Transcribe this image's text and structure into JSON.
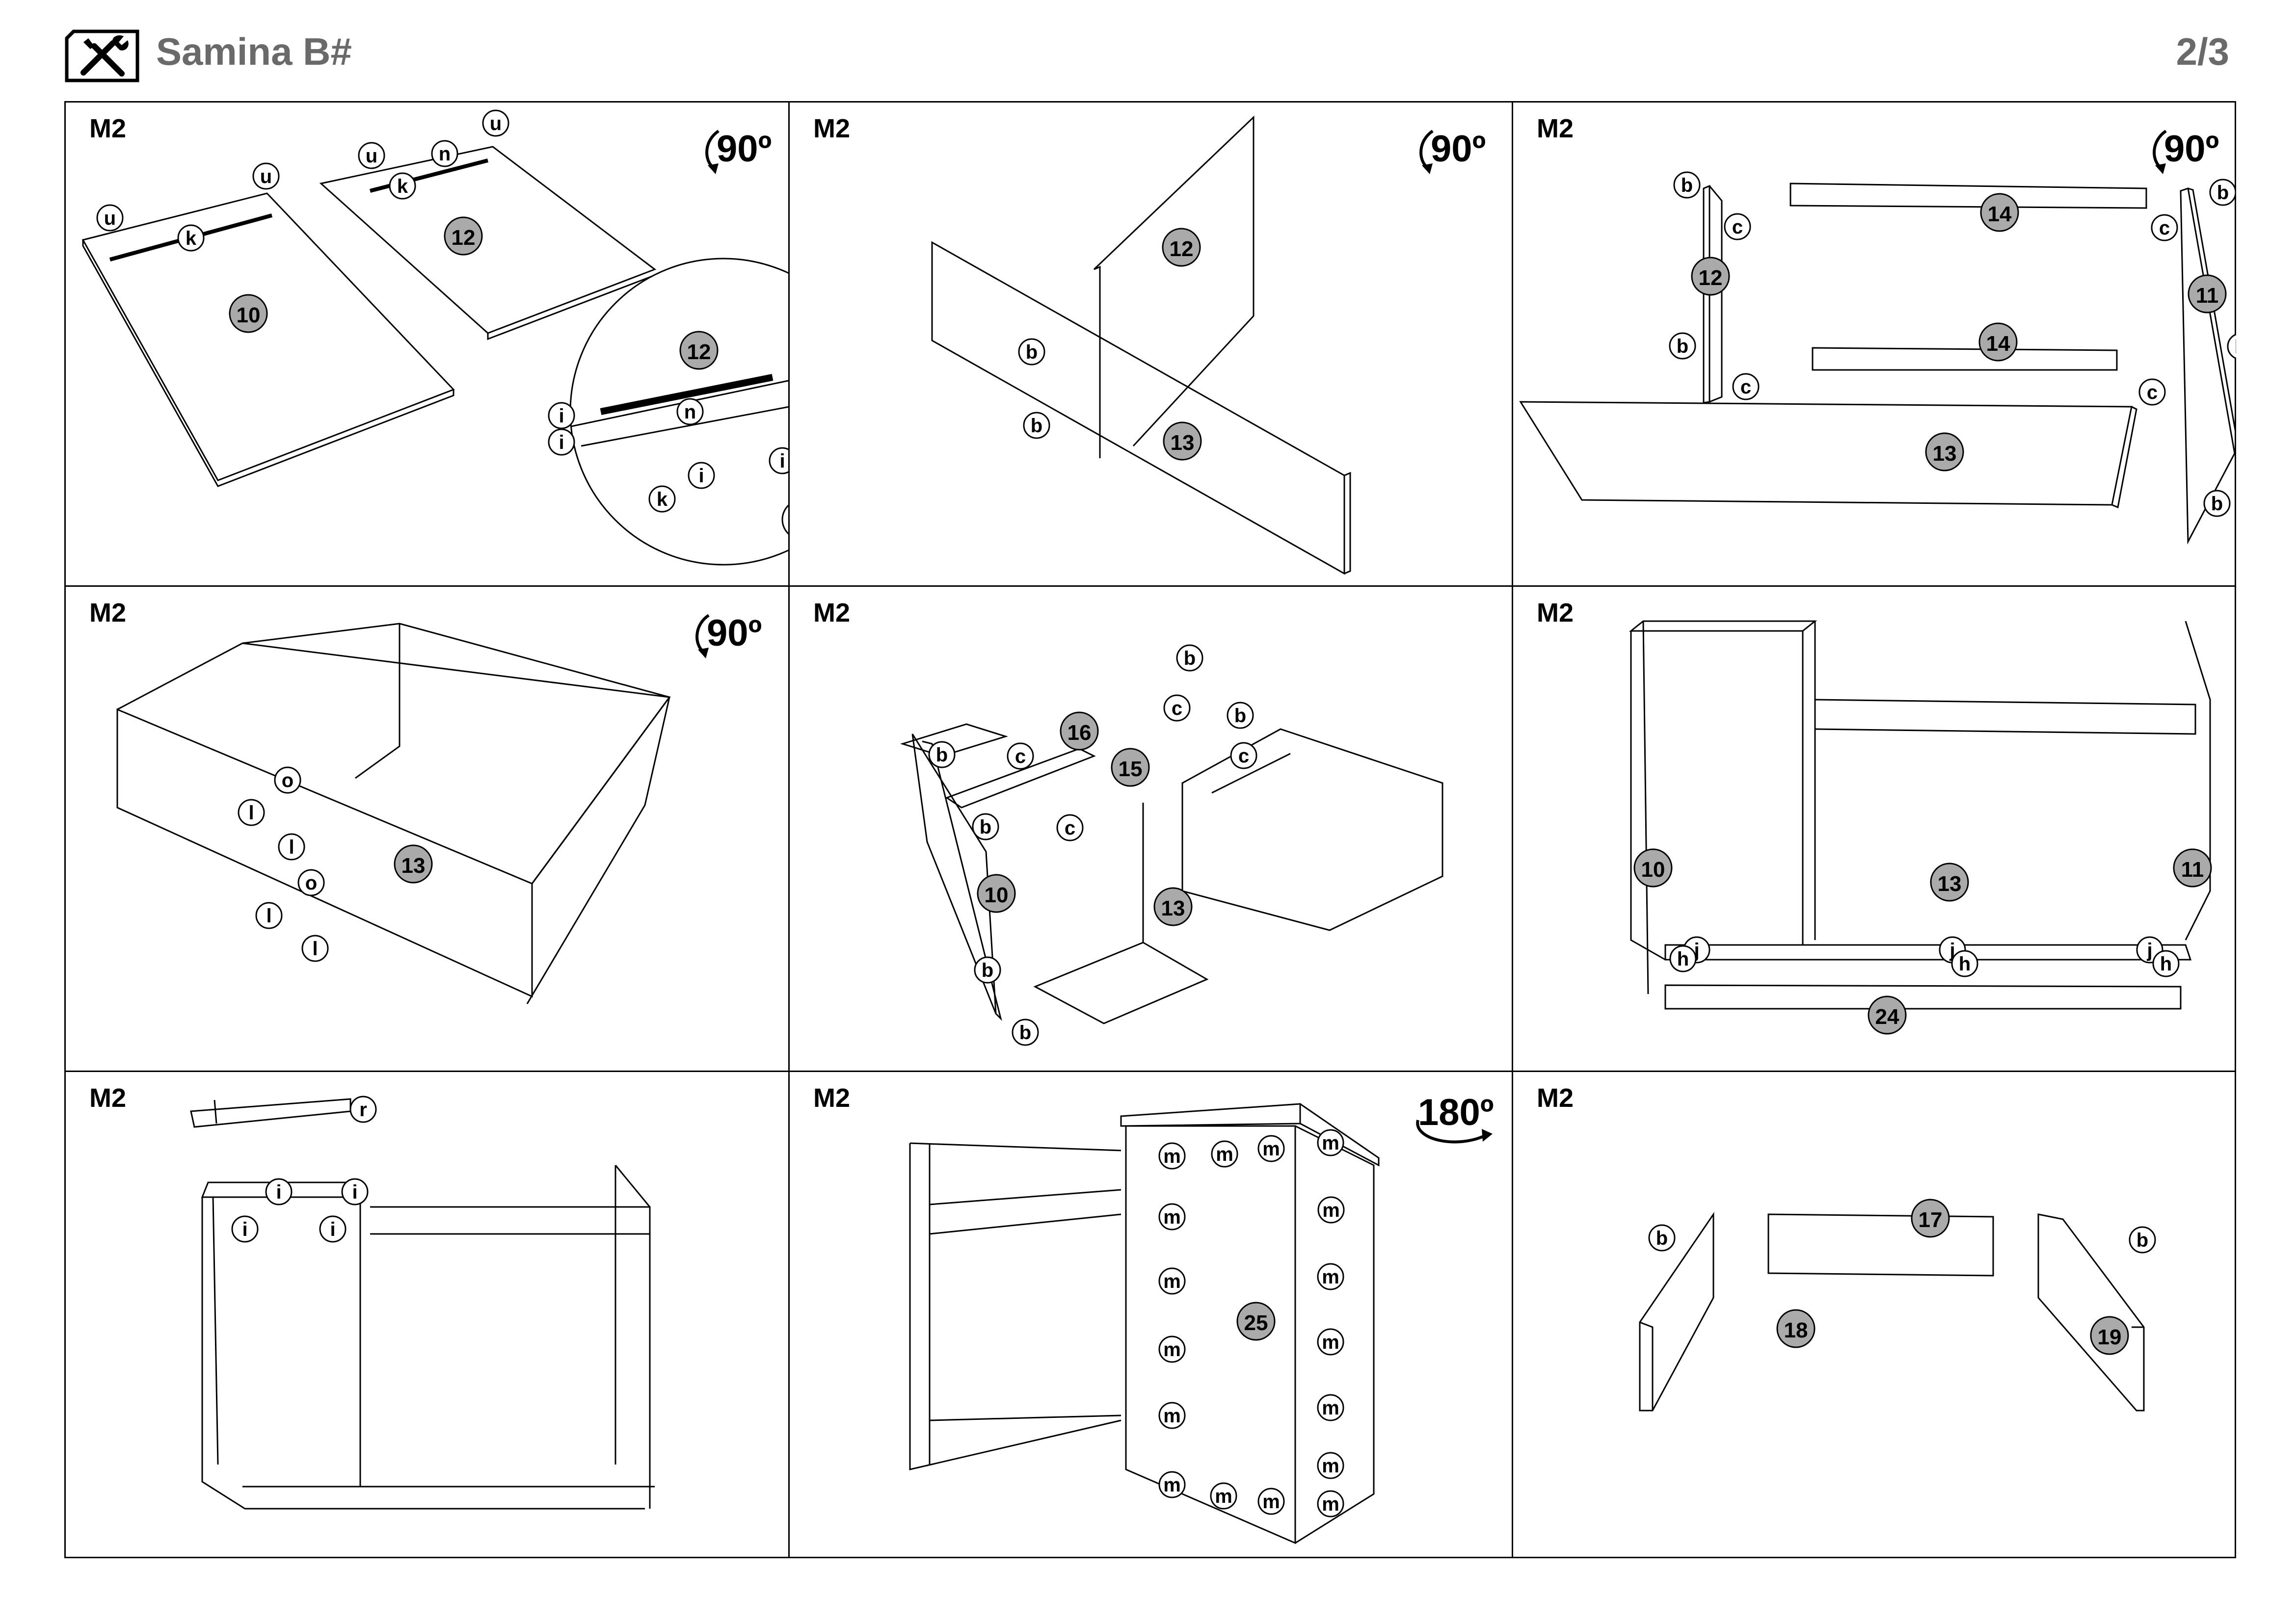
{
  "header": {
    "title": "Samina B#",
    "page": "2/3",
    "icon": "tools-icon"
  },
  "panels": [
    {
      "step": "M2",
      "rotation": "90º"
    },
    {
      "step": "M2",
      "rotation": "90º"
    },
    {
      "step": "M2",
      "rotation": "90º"
    },
    {
      "step": "M2",
      "rotation": "90º"
    },
    {
      "step": "M2",
      "rotation": ""
    },
    {
      "step": "M2",
      "rotation": ""
    },
    {
      "step": "M2",
      "rotation": ""
    },
    {
      "step": "M2",
      "rotation": "180º"
    },
    {
      "step": "M2",
      "rotation": ""
    }
  ],
  "parts": {
    "p1": [
      "10",
      "12",
      "12"
    ],
    "p2": [
      "12",
      "13"
    ],
    "p3": [
      "12",
      "14",
      "14",
      "11",
      "13"
    ],
    "p4": [
      "13"
    ],
    "p5": [
      "16",
      "15",
      "10",
      "13"
    ],
    "p6": [
      "10",
      "11",
      "13",
      "24"
    ],
    "p7": [],
    "p8": [
      "25"
    ],
    "p9": [
      "17",
      "18",
      "19"
    ]
  },
  "hardware": {
    "b": "b",
    "c": "c",
    "h": "h",
    "i": "i",
    "j": "j",
    "k": "k",
    "l": "l",
    "m": "m",
    "n": "n",
    "o": "o",
    "r": "r",
    "u": "u"
  }
}
